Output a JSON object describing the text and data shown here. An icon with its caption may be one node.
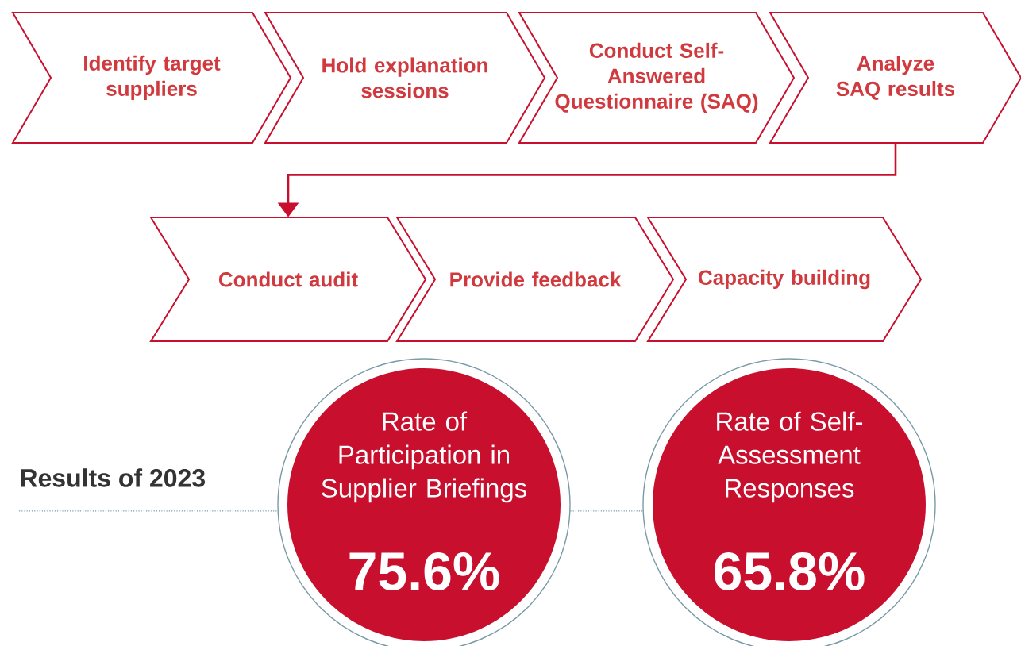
{
  "diagram": {
    "nodes": [
      {
        "text": [
          "Identify target suppliers"
        ]
      },
      {
        "text": [
          "Hold explanation sessions"
        ]
      },
      {
        "text": [
          "Conduct Self-Answered Questionnaire (SAQ)"
        ]
      },
      {
        "text": [
          "Analyze SAQ results"
        ]
      },
      {
        "text": [
          "Conduct audit"
        ]
      },
      {
        "text": [
          "Provide feedback"
        ]
      },
      {
        "text": [
          "Capacity building"
        ]
      },
      {
        "text": [
          "Rate of Participation in Supplier Briefings",
          "75.6%"
        ]
      },
      {
        "text": [
          "Rate of Self-Assessment Responses",
          "65.8%"
        ]
      }
    ],
    "edges": [
      {
        "from": 3,
        "to": 4,
        "arrow": "to"
      }
    ],
    "labels": [
      "Results of 2023"
    ]
  }
}
